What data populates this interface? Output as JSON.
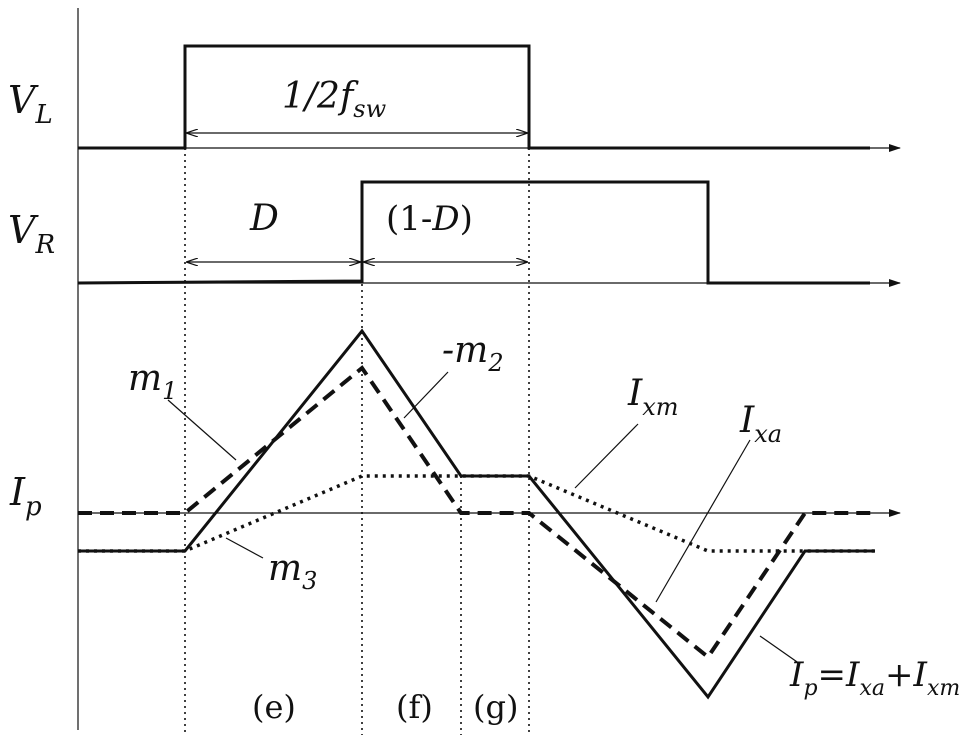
{
  "signals": {
    "vl_label": "V",
    "vl_sub": "L",
    "vr_label": "V",
    "vr_sub": "R",
    "ip_label": "I",
    "ip_sub": "p"
  },
  "intervals": {
    "half_period_prefix": "1/2",
    "half_period_f": "f",
    "half_period_sub": "sw",
    "duty": "D",
    "complement_open": "(1-",
    "complement_d": "D",
    "complement_close": ")"
  },
  "slopes": {
    "m1": "m",
    "m1_sub": "1",
    "m2": "-m",
    "m2_sub": "2",
    "m3": "m",
    "m3_sub": "3"
  },
  "currents": {
    "ixm": "I",
    "ixm_sub": "xm",
    "ixa": "I",
    "ixa_sub": "xa",
    "eq_ip": "I",
    "eq_ip_sub": "p",
    "eq_eq": "=",
    "eq_ixa": "I",
    "eq_ixa_sub": "xa",
    "eq_plus": "+",
    "eq_ixm": "I",
    "eq_ixm_sub": "xm"
  },
  "modes": {
    "e": "(e)",
    "f": "(f)",
    "g": "(g)"
  }
}
